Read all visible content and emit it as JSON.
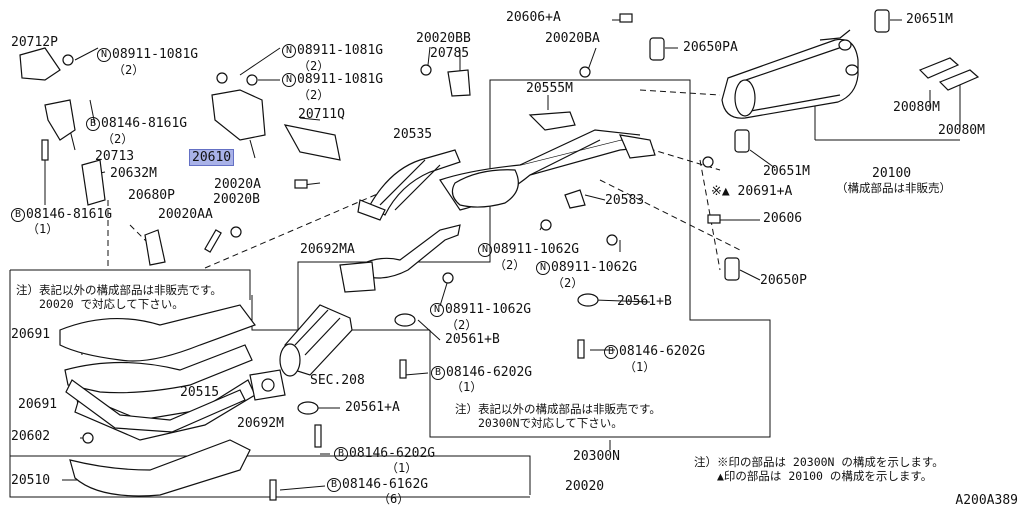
{
  "diagram_code": "A200A389",
  "labels": {
    "p20712P": "20712P",
    "p20713": "20713",
    "p20632M": "20632M",
    "p20680P": "20680P",
    "p20020AA": "20020AA",
    "p20020A": "20020A",
    "p20020B": "20020B",
    "p20610": "20610",
    "p20711Q": "20711Q",
    "p20785": "20785",
    "p20020BB": "20020BB",
    "p20020BA": "20020BA",
    "p20606A": "20606+A",
    "p20650PA": "20650PA",
    "p20651M_top": "20651M",
    "p20555M": "20555M",
    "p20535": "20535",
    "p20080M_1": "20080M",
    "p20080M_2": "20080M",
    "p20651M_mid": "20651M",
    "p20100": "20100",
    "p20100_note": "（構成部品は非販売）",
    "p20691A": "※▲ 20691+A",
    "p20583": "20583",
    "p20606": "20606",
    "p20692MA": "20692MA",
    "p20650P": "20650P",
    "p20561B_right": "20561+B",
    "p20561B_mid": "20561+B",
    "p20691_1": "20691",
    "p20691_2": "20691",
    "p20515": "20515",
    "sec208": "SEC.208",
    "p20692M": "20692M",
    "p20561A": "20561+A",
    "p20602": "20602",
    "p20510": "20510",
    "p20020": "20020",
    "p20300N": "20300N"
  },
  "fasteners": {
    "n08911_1081G_a": {
      "num": "08911-1081G",
      "qty": "（2）"
    },
    "n08911_1081G_b": {
      "num": "08911-1081G",
      "qty": "（2）"
    },
    "n08911_1081G_c": {
      "num": "08911-1081G",
      "qty": "（2）"
    },
    "b08146_8161G_a": {
      "num": "08146-8161G",
      "qty": "（2）"
    },
    "b08146_8161G_b": {
      "num": "08146-8161G",
      "qty": "（1）"
    },
    "n08911_1062G_a": {
      "num": "08911-1062G",
      "qty": "（2）"
    },
    "n08911_1062G_b": {
      "num": "08911-1062G",
      "qty": "（2）"
    },
    "n08911_1062G_c": {
      "num": "08911-1062G",
      "qty": "（2）"
    },
    "b08146_6202G_a": {
      "num": "08146-6202G",
      "qty": "（1）"
    },
    "b08146_6202G_b": {
      "num": "08146-6202G",
      "qty": "（1）"
    },
    "b08146_6202G_c": {
      "num": "08146-6202G",
      "qty": "（1）"
    },
    "b08146_6162G": {
      "num": "08146-6162G",
      "qty": "（6）"
    }
  },
  "notes": {
    "left_note": "注）表記以外の構成部品は非販売です。\n　　20020 で対応して下さい。",
    "center_note": "注）表記以外の構成部品は非販売です。\n　　20300Nで対応して下さい。",
    "bottom_note": "注）※印の部品は 20300N の構成を示します。\n　　▲印の部品は 20100 の構成を示します。"
  },
  "symbols": {
    "nut": "N",
    "bolt": "B"
  }
}
